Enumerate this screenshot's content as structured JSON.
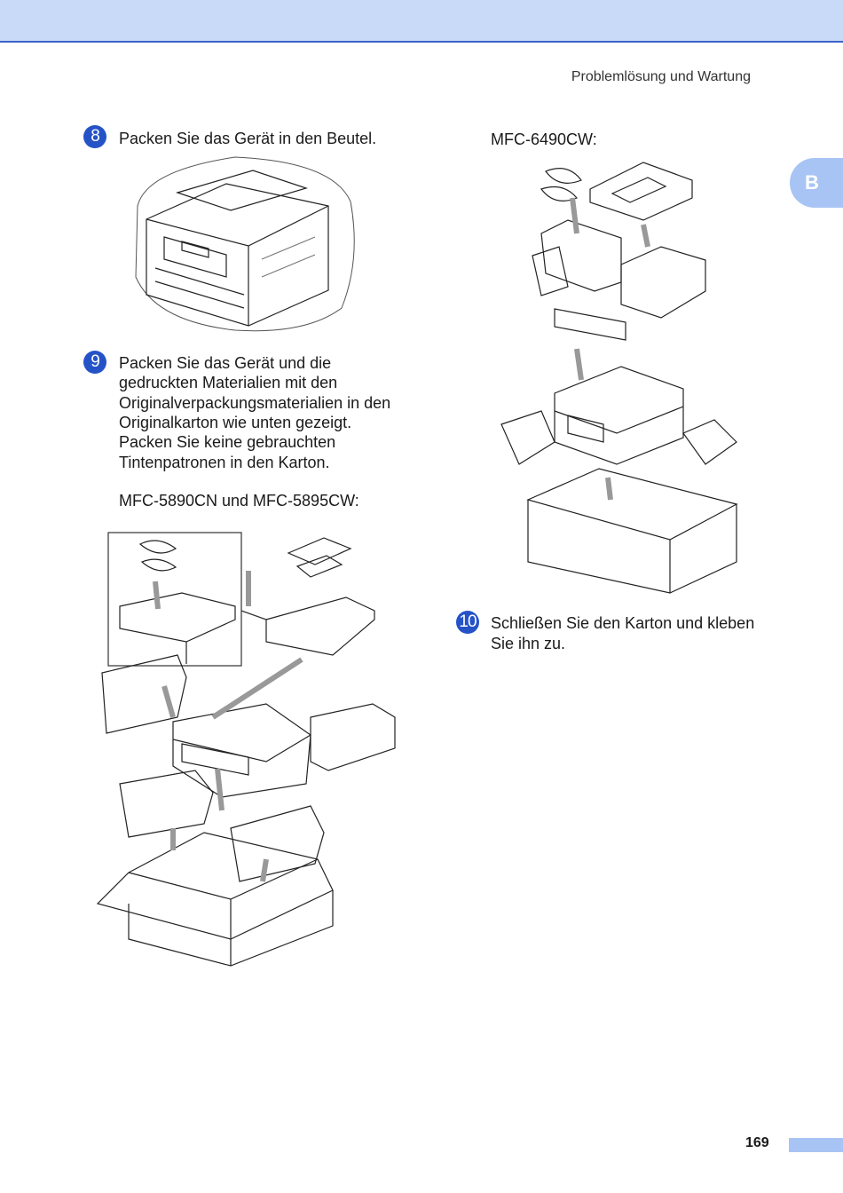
{
  "header": {
    "running_title": "Problemlösung und Wartung",
    "side_tab_letter": "B"
  },
  "steps": [
    {
      "number": "8",
      "text": "Packen Sie das Gerät in den Beutel."
    },
    {
      "number": "9",
      "lines": [
        "Packen Sie das Gerät und die",
        "gedruckten Materialien mit den",
        "Originalverpackungsmaterialien in den",
        "Originalkarton wie unten gezeigt.",
        "Packen Sie keine gebrauchten",
        "Tintenpatronen in den Karton."
      ]
    },
    {
      "number": "10",
      "lines": [
        "Schließen Sie den Karton und kleben",
        "Sie ihn zu."
      ]
    }
  ],
  "models": {
    "left": "MFC-5890CN und MFC-5895CW:",
    "right": "MFC-6490CW:"
  },
  "footer": {
    "page_number": "169"
  }
}
